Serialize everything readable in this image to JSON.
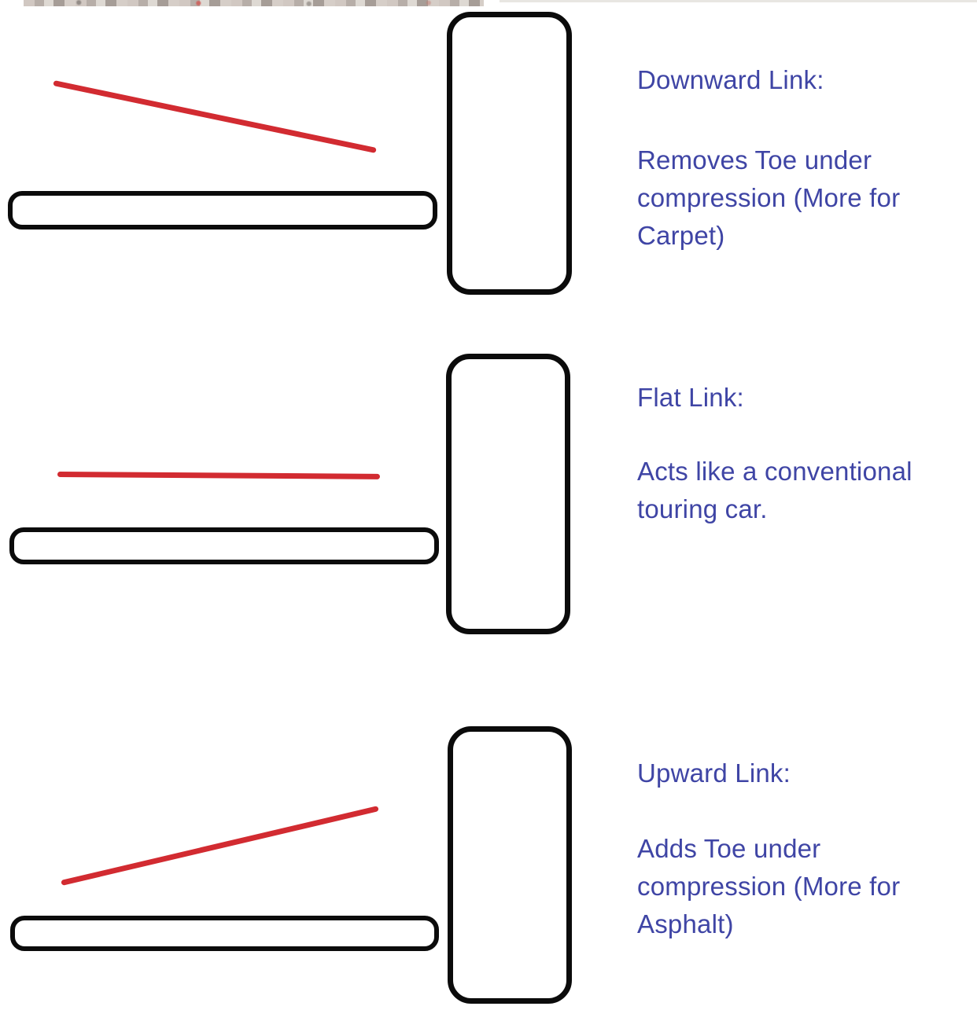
{
  "page": {
    "background": "#ffffff",
    "kind": "suspension-toe-link-diagram"
  },
  "colors": {
    "link_red": "#d22b31",
    "outline": "#0b0b0b",
    "text_blue": "#3f45a5"
  },
  "photo_fragment": {
    "note": "cropped blurry photo edge visible at top of screenshot",
    "base_color": "#c3b9b2",
    "light_color": "#e8e6e2"
  },
  "sections": [
    {
      "id": "downward",
      "link_direction": "downward",
      "title": "Downward Link:",
      "body": "Removes Toe under\ncompression (More for\nCarpet)"
    },
    {
      "id": "flat",
      "link_direction": "flat",
      "title": "Flat Link:",
      "body": "Acts like a conventional\ntouring car."
    },
    {
      "id": "upward",
      "link_direction": "upward",
      "title": "Upward Link:",
      "body": "Adds Toe under\ncompression (More for\nAsphalt)"
    }
  ]
}
